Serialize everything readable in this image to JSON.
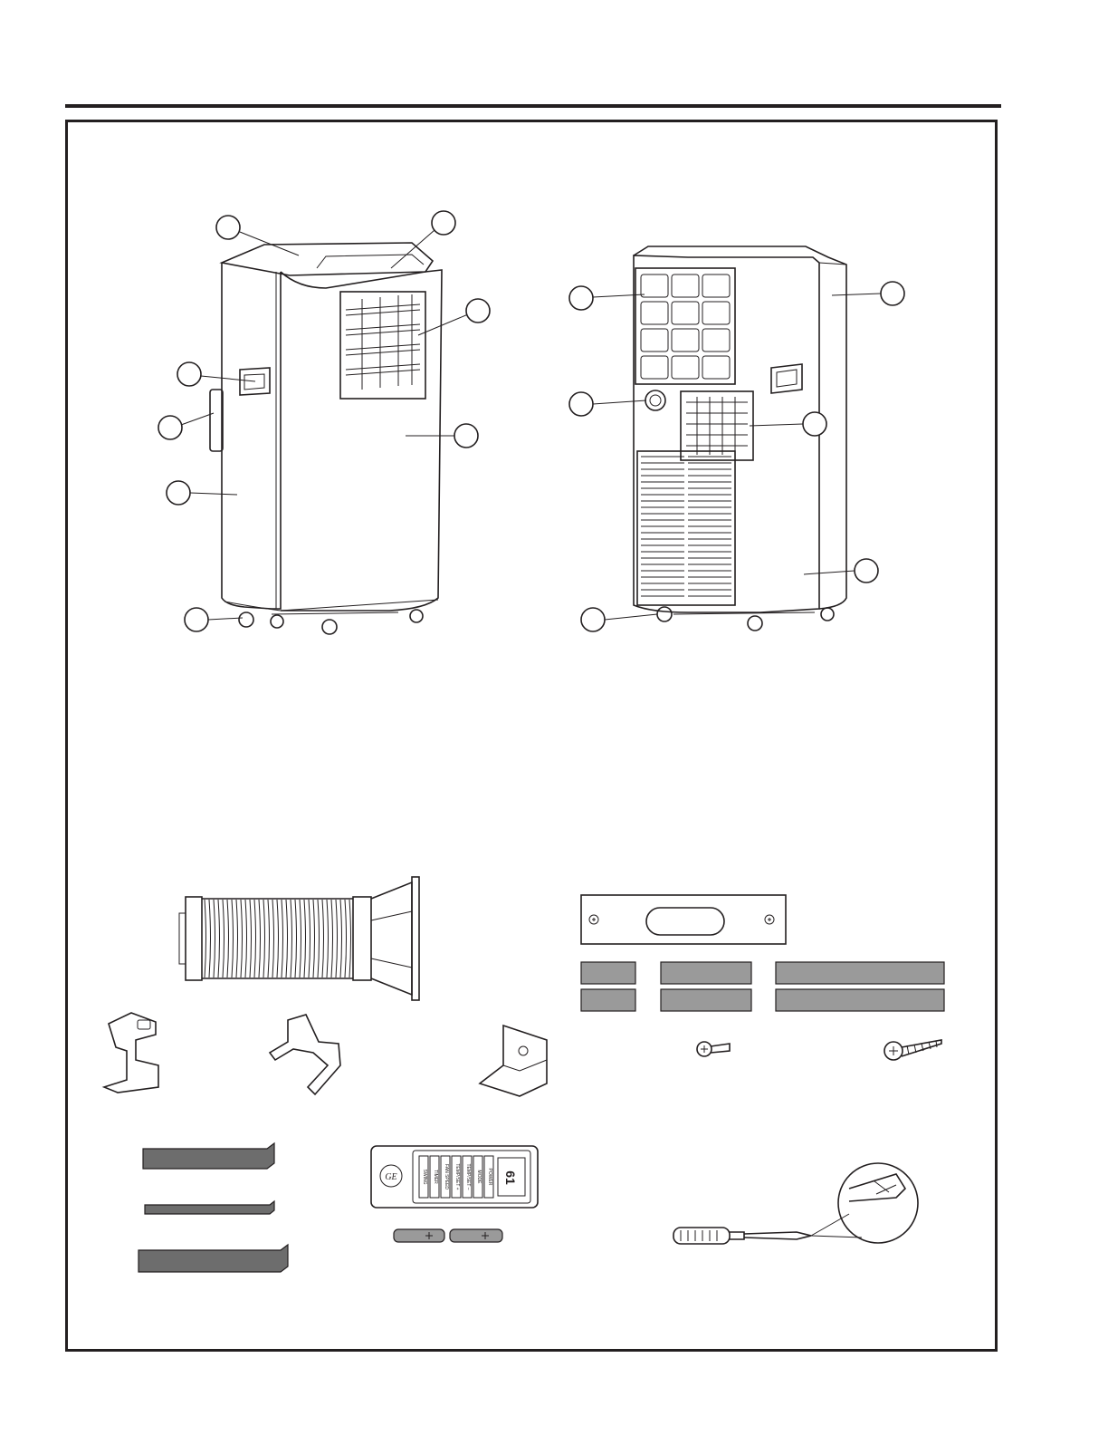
{
  "colors": {
    "ink": "#231f20",
    "paper": "#ffffff",
    "shade": "#9a9a9a",
    "dark_shade": "#6d6d6d"
  },
  "remote": {
    "brand_logo": "GE",
    "display_value": "61",
    "buttons": [
      "POWER",
      "MODE",
      "TEMP/SET –",
      "TEMP/SET +",
      "FAN SPEED",
      "TIMER",
      "SWING"
    ]
  }
}
